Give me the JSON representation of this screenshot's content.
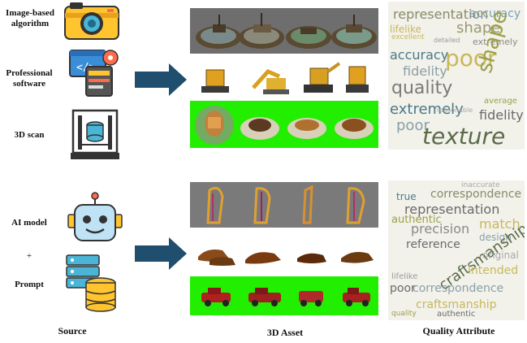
{
  "sources": {
    "image_based": "Image-based\nalgorithm",
    "professional": "Professional\nsoftware",
    "scan": "3D scan",
    "ai_model": "AI model",
    "plus": "+",
    "prompt": "Prompt"
  },
  "captions": {
    "source": "Source",
    "asset": "3D Asset",
    "quality": "Quality Attribute"
  },
  "colors": {
    "arrow": "#1f4e6e",
    "green_screen": "#22ee00",
    "gray_bg": "#7a7a7a"
  },
  "cloud_top": [
    {
      "t": "representation",
      "c": "#8a8a6a"
    },
    {
      "t": "shape",
      "c": "#9a9a70"
    },
    {
      "t": "accuracy",
      "c": "#7aa0b0"
    },
    {
      "t": "extremely",
      "c": "#8a8a8a"
    },
    {
      "t": "poor",
      "c": "#c8b85a"
    },
    {
      "t": "accuracy",
      "c": "#4a7a8a"
    },
    {
      "t": "fidelity",
      "c": "#8aa0a8"
    },
    {
      "t": "quality",
      "c": "#7a7a7a"
    },
    {
      "t": "shape",
      "c": "#9aa04a"
    },
    {
      "t": "extremely",
      "c": "#4a7a8a"
    },
    {
      "t": "poor",
      "c": "#8aa0a8"
    },
    {
      "t": "fidelity",
      "c": "#6a6a6a"
    },
    {
      "t": "texture",
      "c": "#5a6a4a"
    },
    {
      "t": "excellent",
      "c": "#c8b85a"
    },
    {
      "t": "detailed",
      "c": "#9a9a9a"
    },
    {
      "t": "lifelike",
      "c": "#c8b85a"
    },
    {
      "t": "reasonable",
      "c": "#aaaaaa"
    },
    {
      "t": "average",
      "c": "#9aa04a"
    }
  ],
  "cloud_bottom": [
    {
      "t": "correspondence",
      "c": "#8a8a6a"
    },
    {
      "t": "representation",
      "c": "#6a6a6a"
    },
    {
      "t": "precision",
      "c": "#8a8a8a"
    },
    {
      "t": "match",
      "c": "#c8b85a"
    },
    {
      "t": "true",
      "c": "#4a7a8a"
    },
    {
      "t": "authentic",
      "c": "#9aa04a"
    },
    {
      "t": "reference",
      "c": "#6a6a6a"
    },
    {
      "t": "design",
      "c": "#8aa0a8"
    },
    {
      "t": "craftsmanship",
      "c": "#5a6a4a"
    },
    {
      "t": "original",
      "c": "#aaaaaa"
    },
    {
      "t": "intended",
      "c": "#c8b85a"
    },
    {
      "t": "lifelike",
      "c": "#9a9a9a"
    },
    {
      "t": "poor",
      "c": "#6a6a6a"
    },
    {
      "t": "correspondence",
      "c": "#8aa0a8"
    },
    {
      "t": "craftsmanship",
      "c": "#c8b85a"
    },
    {
      "t": "authentic",
      "c": "#6a6a6a"
    },
    {
      "t": "quality",
      "c": "#9aa04a"
    },
    {
      "t": "inaccurate",
      "c": "#aaaaaa"
    }
  ]
}
